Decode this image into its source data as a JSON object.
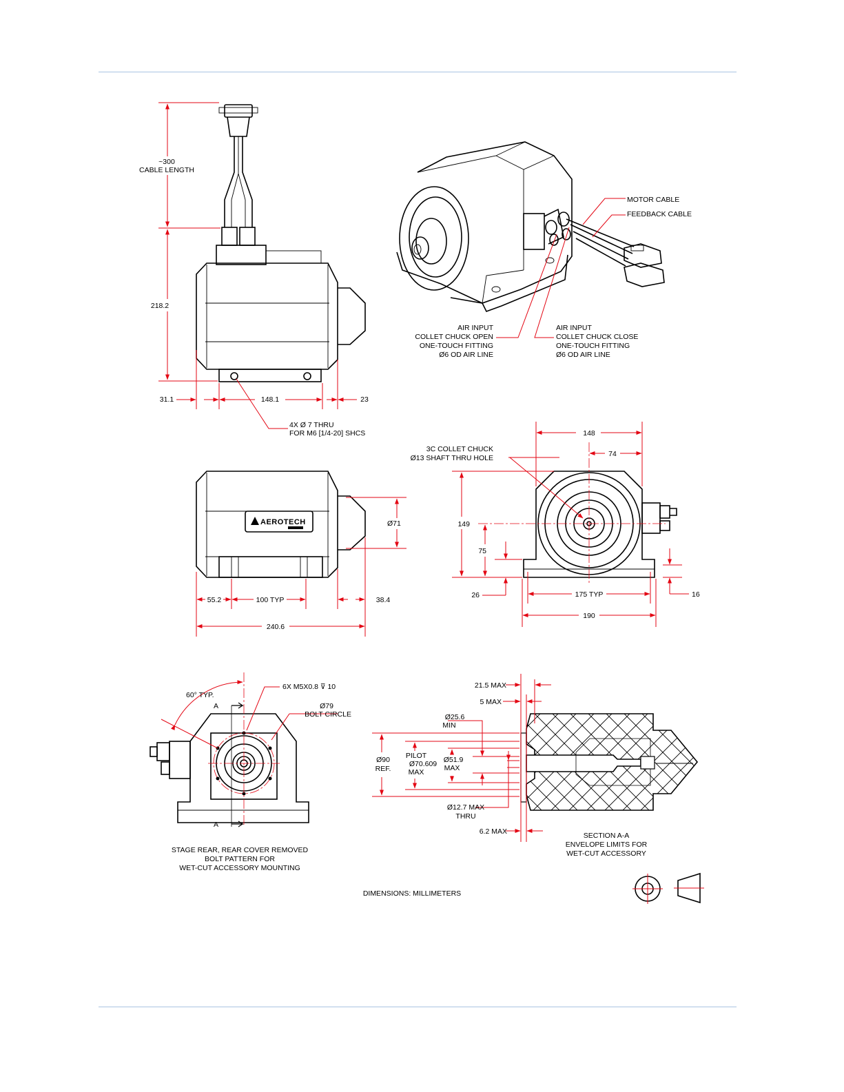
{
  "colors": {
    "dimension": "#e30613",
    "rule": "#a9c4e2",
    "outline": "#000000"
  },
  "top_view": {
    "cable_length": [
      "~300",
      "CABLE LENGTH"
    ],
    "height": "218.2",
    "d_left": "31.1",
    "d_mid": "148.1",
    "d_right": "23",
    "holes": [
      "4X  Ø  7 THRU",
      "FOR M6 [1/4-20] SHCS"
    ]
  },
  "iso_view": {
    "motor_cable": "MOTOR CABLE",
    "feedback_cable": "FEEDBACK CABLE",
    "air_open": [
      "AIR INPUT",
      "COLLET CHUCK OPEN",
      "ONE-TOUCH FITTING",
      "Ø6 OD AIR LINE"
    ],
    "air_close": [
      "AIR INPUT",
      "COLLET CHUCK CLOSE",
      "ONE-TOUCH FITTING",
      "Ø6 OD AIR LINE"
    ]
  },
  "side_view": {
    "brand": "AEROTECH",
    "dia": "Ø71",
    "d1": "55.2",
    "d2": "100 TYP",
    "d3": "38.4",
    "overall": "240.6"
  },
  "front_view": {
    "collet": [
      "3C COLLET CHUCK",
      "Ø13 SHAFT THRU HOLE"
    ],
    "w148": "148",
    "w74": "74",
    "h149": "149",
    "h75": "75",
    "h26": "26",
    "w175": "175 TYP",
    "w190": "190",
    "h16": "16"
  },
  "rear_view": {
    "angle": "60° TYP.",
    "section_a": "A",
    "holes": "6X M5X0.8 ⊽ 10",
    "bolt_circle": [
      "Ø79",
      "BOLT CIRCLE"
    ],
    "caption": [
      "STAGE REAR, REAR COVER REMOVED",
      "BOLT PATTERN FOR",
      "WET-CUT ACCESSORY MOUNTING"
    ]
  },
  "section_view": {
    "d215": "21.5 MAX",
    "d5": "5 MAX",
    "d256": [
      "Ø25.6",
      "MIN"
    ],
    "d90": [
      "Ø90",
      "REF."
    ],
    "pilot": [
      "PILOT",
      "Ø70.609",
      "MAX"
    ],
    "d519": [
      "Ø51.9",
      "MAX"
    ],
    "d127": [
      "Ø12.7 MAX",
      "THRU"
    ],
    "d62": "6.2 MAX",
    "caption": [
      "SECTION A-A",
      "ENVELOPE  LIMITS FOR",
      "WET-CUT ACCESSORY"
    ]
  },
  "footer": {
    "units": "DIMENSIONS:  MILLIMETERS"
  }
}
